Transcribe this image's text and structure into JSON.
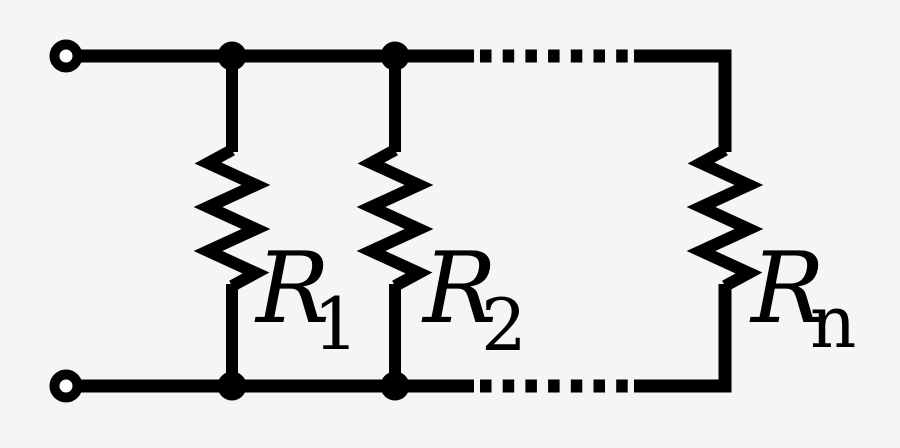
{
  "diagram": {
    "title": "Parallel resistor network schematic",
    "type": "circuit-schematic",
    "background_color": "#f5f5f5",
    "line_color": "#000000",
    "terminal_count": 2,
    "continuation_style": "dotted wire segments between second and nth branch",
    "resistors": [
      {
        "name": "resistor-1",
        "base": "R",
        "sub": "1"
      },
      {
        "name": "resistor-2",
        "base": "R",
        "sub": "2"
      },
      {
        "name": "resistor-n",
        "base": "R",
        "sub": "n"
      }
    ]
  }
}
